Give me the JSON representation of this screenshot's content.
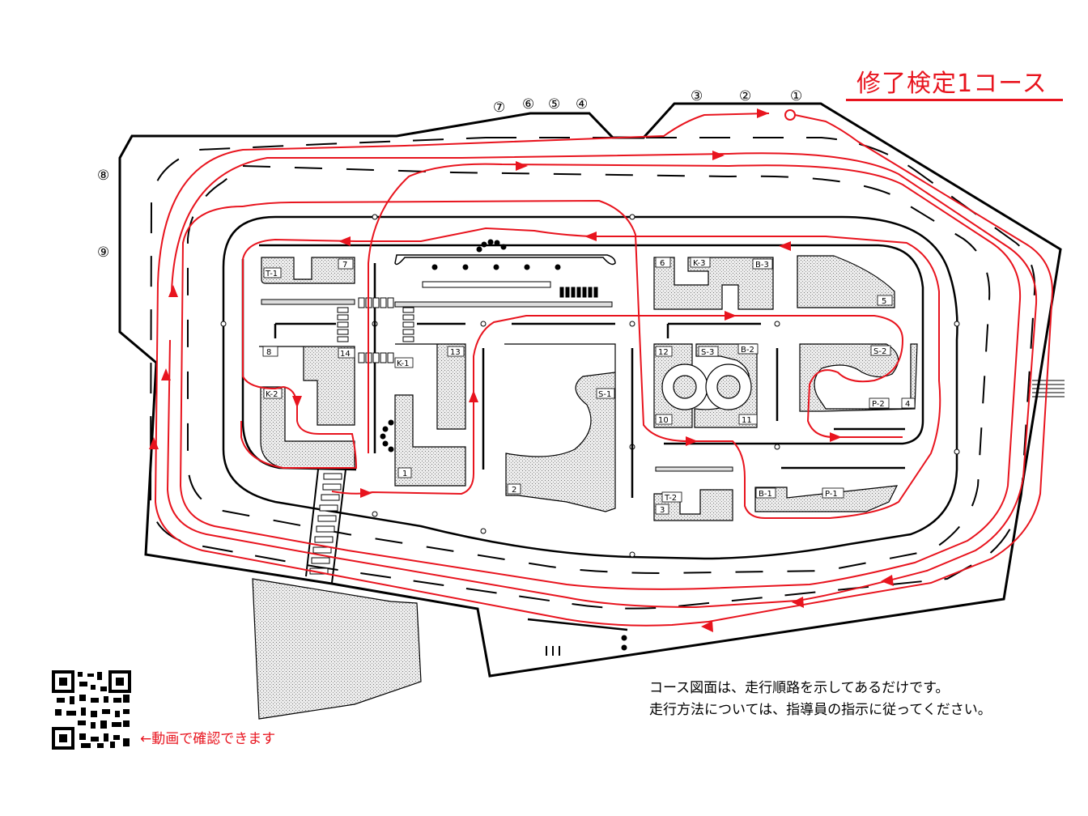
{
  "title": "修了検定1コース",
  "notes": [
    "コース図面は、走行順路を示してあるだけです。",
    "走行方法については、指導員の指示に従ってください。"
  ],
  "qr_caption": "←動画で確認できます",
  "start_markers": [
    "①",
    "②",
    "③",
    "④",
    "⑤",
    "⑥",
    "⑦",
    "⑧",
    "⑨"
  ],
  "plot_labels": {
    "t1": "T-1",
    "n7": "7",
    "n6": "6",
    "k3": "K-3",
    "b3": "B-3",
    "n5": "5",
    "n8": "8",
    "n14": "14",
    "k1": "K-1",
    "n13": "13",
    "s1": "S-1",
    "n12": "12",
    "s3": "S-3",
    "b2": "B-2",
    "s2": "S-2",
    "p2": "P-2",
    "n4": "4",
    "k2": "K-2",
    "n1": "1",
    "n2": "2",
    "n10": "10",
    "n11": "11",
    "t2": "T-2",
    "n3": "3",
    "b1": "B-1",
    "p1": "P-1"
  },
  "colors": {
    "route": "#e8141e",
    "plot_fill": "#dcdcdc",
    "line": "#000000"
  }
}
